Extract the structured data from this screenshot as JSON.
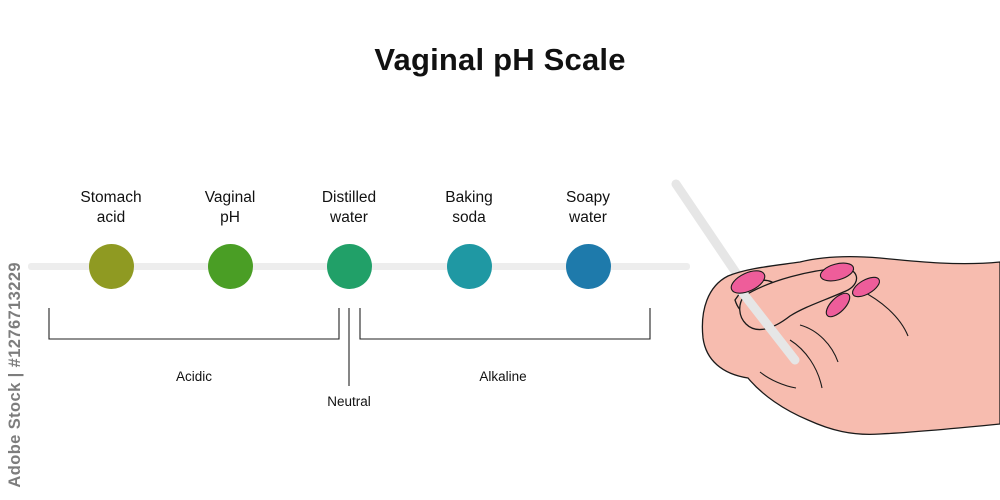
{
  "title": "Vaginal pH Scale",
  "items": [
    {
      "label": "Stomach\nacid",
      "color": "#8f9a22"
    },
    {
      "label": "Vaginal\npH",
      "color": "#4a9e25"
    },
    {
      "label": "Distilled\nwater",
      "color": "#21a068"
    },
    {
      "label": "Baking\nsoda",
      "color": "#1f98a3"
    },
    {
      "label": "Soapy\nwater",
      "color": "#1e7aab"
    }
  ],
  "groups": {
    "acidic": "Acidic",
    "neutral": "Neutral",
    "alkaline": "Alkaline"
  },
  "watermark": "Adobe Stock | #1276713229",
  "colors": {
    "skin": "#f7bcaf",
    "nails": "#ee5d9a",
    "outline": "#1a1a1a",
    "strip": "#e6e6e6"
  }
}
